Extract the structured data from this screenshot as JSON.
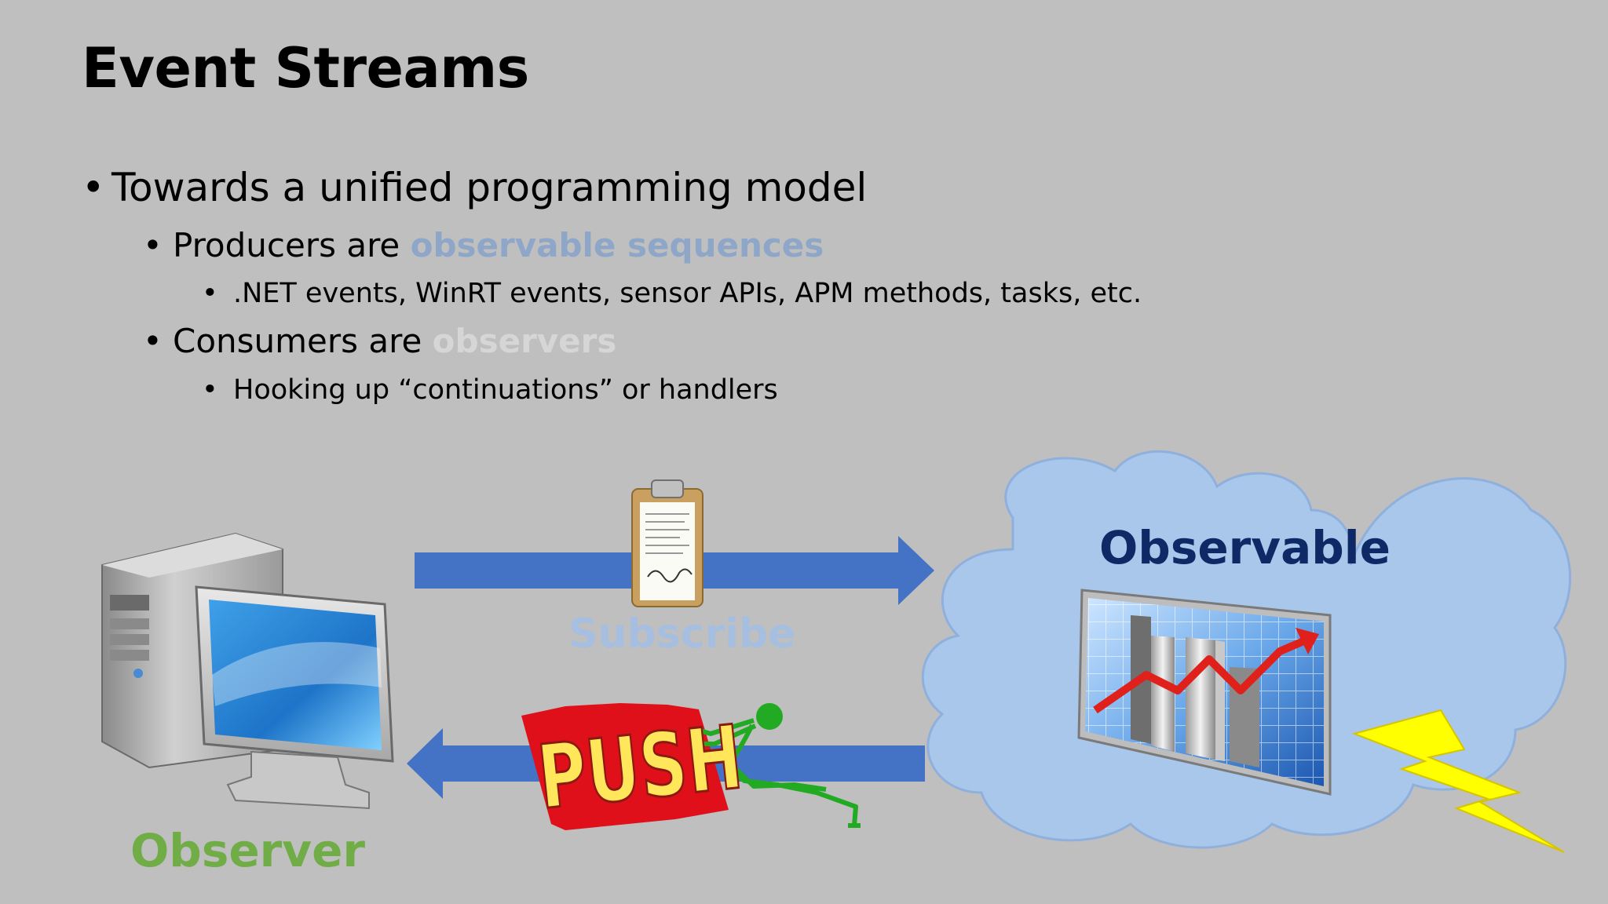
{
  "slide": {
    "title": "Event Streams",
    "bullets": {
      "b1": "Towards a unified programming model",
      "b1_1_prefix": "Producers are ",
      "b1_1_highlight": "observable sequences",
      "b1_1_1": ".NET events, WinRT events, sensor APIs, APM methods, tasks, etc.",
      "b1_2_prefix": "Consumers are ",
      "b1_2_highlight": "observers",
      "b1_2_1": "Hooking up “continuations” or handlers"
    },
    "bullet_glyph": "•"
  },
  "diagram": {
    "observable_label": "Observable",
    "observer_label": "Observer",
    "subscribe_label": "Subscribe",
    "push_label": "PUSH",
    "icons": [
      "computer-icon",
      "clipboard-icon",
      "cloud-shape",
      "chart-window-icon",
      "lightning-bolt-icon",
      "push-sign-icon",
      "stick-figure-icon"
    ]
  },
  "colors": {
    "background": "#bfbfbf",
    "arrow_blue": "#4472c4",
    "observable_text": "#0e2a66",
    "observer_text": "#70ad47",
    "subscribe_text": "#a6bfe0",
    "highlight_observable": "#8ea6c8",
    "cloud_fill": "#a9c7eb",
    "bolt": "#ffff00",
    "push_red": "#e0101a",
    "push_yellow": "#ffe65a",
    "figure_green": "#22aa22"
  }
}
